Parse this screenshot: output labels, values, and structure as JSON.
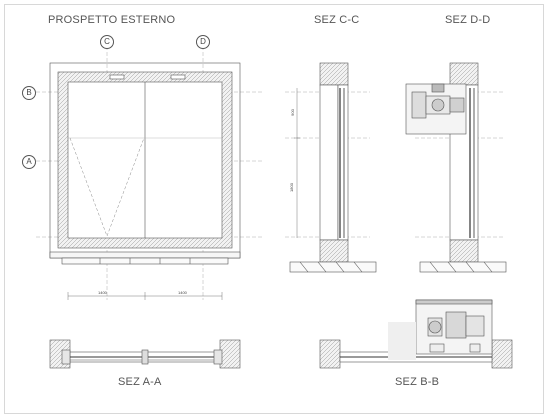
{
  "title_elevation": "PROSPETTO ESTERNO",
  "title_section_cc": "SEZ C-C",
  "title_section_dd": "SEZ D-D",
  "title_section_aa": "SEZ A-A",
  "title_section_bb": "SEZ B-B",
  "grid_markers": {
    "c": "C",
    "d": "D",
    "b": "B",
    "a": "A"
  },
  "dimensions": {
    "left_width": "1400",
    "right_width": "1400",
    "upper_height": "900",
    "lower_height": "1800"
  }
}
